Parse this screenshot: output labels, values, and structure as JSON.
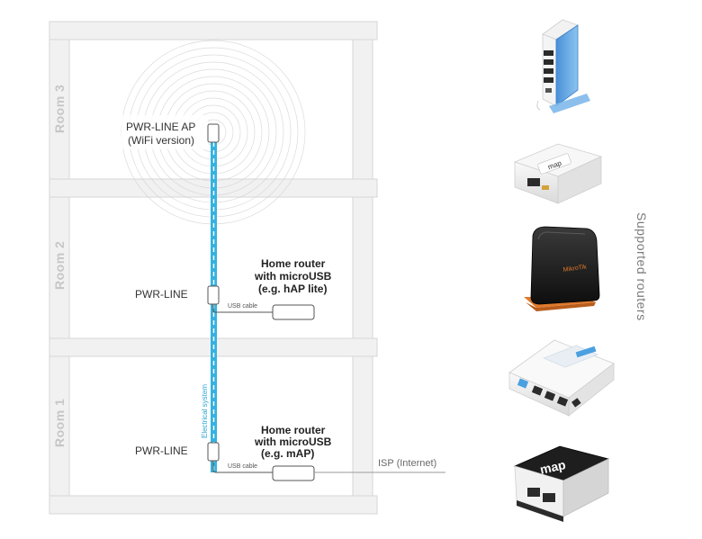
{
  "rooms": {
    "room3": "Room 3",
    "room2": "Room 2",
    "room1": "Room 1"
  },
  "devices": {
    "ap_line1": "PWR-LINE AP",
    "ap_line2": "(WiFi version)",
    "pwrline_room2": "PWR-LINE",
    "pwrline_room1": "PWR-LINE"
  },
  "routers": {
    "room2": [
      "Home router",
      "with microUSB",
      "(e.g. hAP lite)"
    ],
    "room1": [
      "Home router",
      "with microUSB",
      "(e.g. mAP)"
    ]
  },
  "cables": {
    "usb_room2": "USB cable",
    "usb_room1": "USB cable",
    "electrical": "Electrical system",
    "isp": "ISP (Internet)"
  },
  "sidebar": {
    "title": "Supported routers",
    "products": [
      {
        "name": "hap-lite-tower-icon",
        "color": "#5aa7e6"
      },
      {
        "name": "map-white-icon",
        "color": "#e8e8e8"
      },
      {
        "name": "hap-mini-black-icon",
        "color": "#e07a2c"
      },
      {
        "name": "hap-lite-white-icon",
        "color": "#4aa0e0"
      },
      {
        "name": "map-black-icon",
        "color": "#202020"
      }
    ]
  },
  "colors": {
    "wall": "#f1f1f1",
    "wall_stroke": "#d6d6d6",
    "electrical": "#35b2e0",
    "cable": "#555555"
  }
}
